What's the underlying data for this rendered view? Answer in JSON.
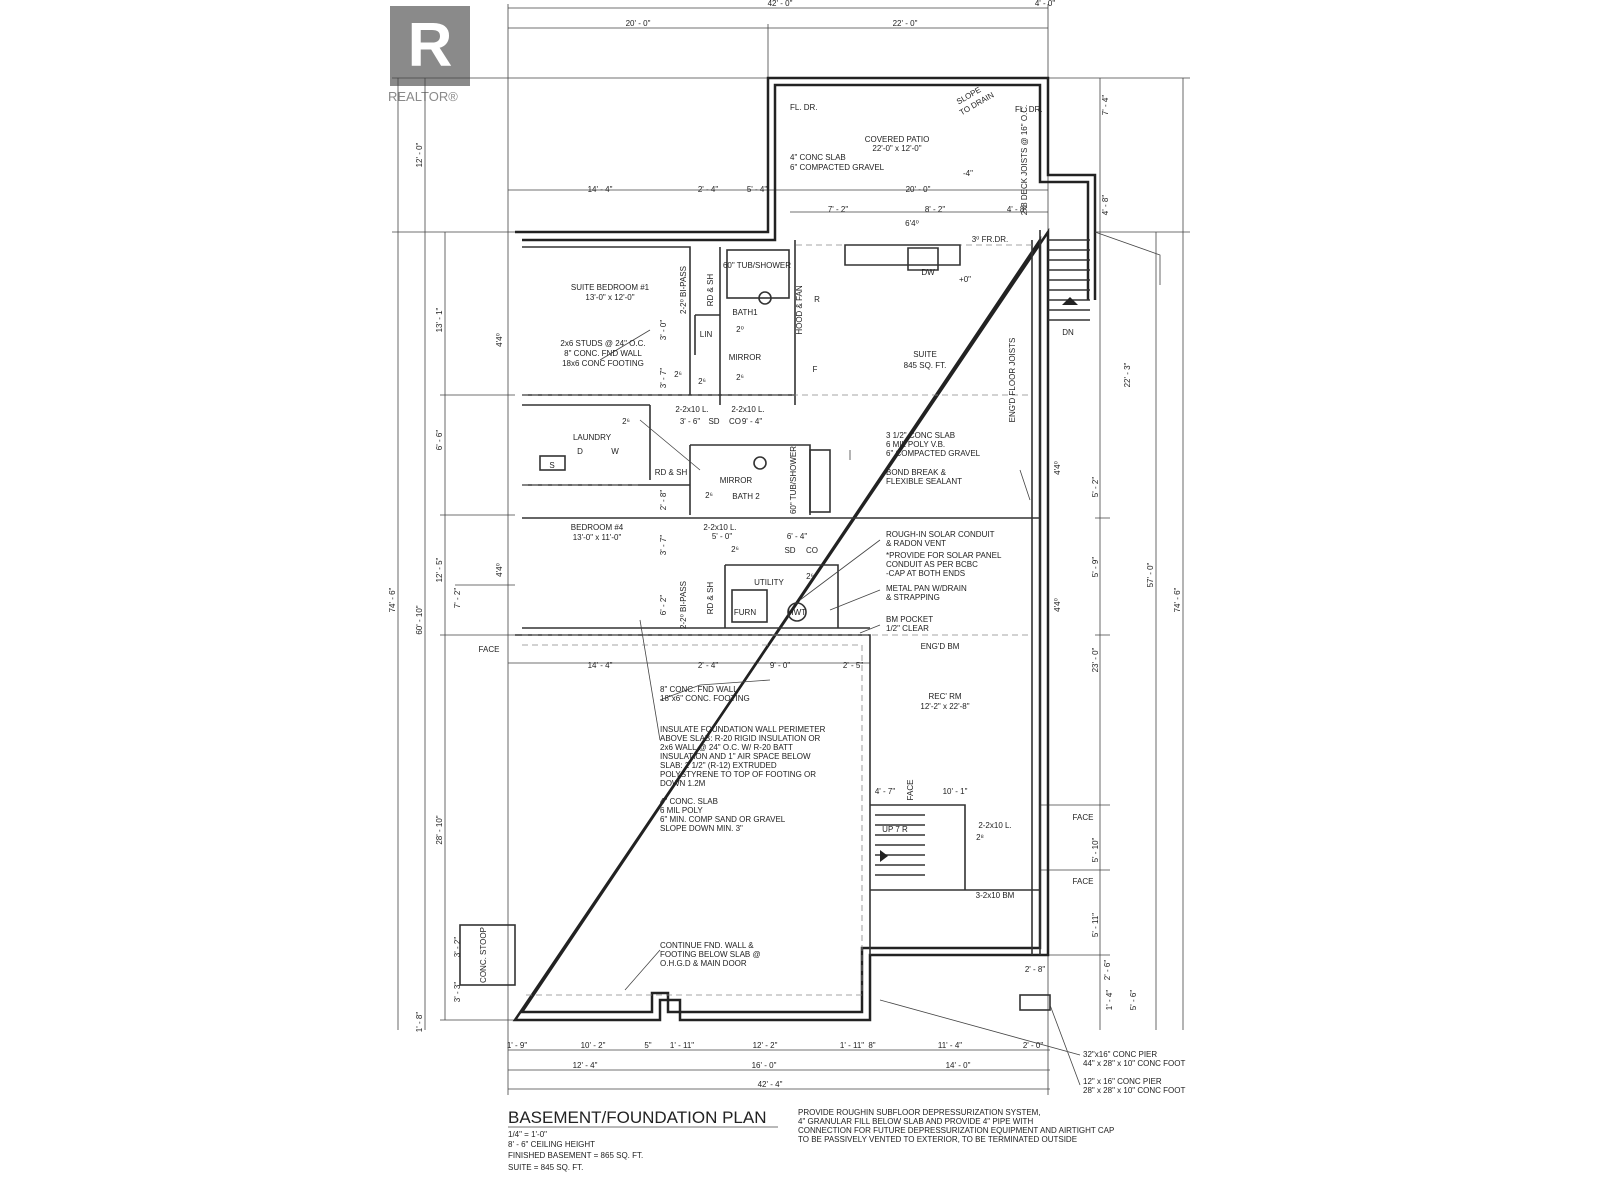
{
  "logo": {
    "mark": "R",
    "text": "REALTOR®"
  },
  "title_block": {
    "title": "BASEMENT/FOUNDATION PLAN",
    "scale": "1/4\" = 1'-0\"",
    "ceiling": "8' - 6\" CEILING HEIGHT",
    "finished": "FINISHED BASEMENT = 865 SQ. FT.",
    "suite": "SUITE = 845 SQ. FT.",
    "notes": [
      "PROVIDE ROUGHIN SUBFLOOR DEPRESSURIZATION SYSTEM,",
      "4\" GRANULAR FILL BELOW SLAB AND PROVIDE 4\" PIPE WITH",
      "CONNECTION FOR FUTURE DEPRESSURIZATION EQUIPMENT AND AIRTIGHT CAP",
      "TO BE PASSIVELY VENTED TO EXTERIOR, TO BE TERMINATED OUTSIDE"
    ]
  },
  "labels": [
    "42' - 0\"",
    "4' - 0\"",
    "20' - 0\"",
    "22' - 0\"",
    "12' - 0\"",
    "74' - 6\"",
    "60' - 10\"",
    "13' - 1\"",
    "6' - 6\"",
    "12' - 5\"",
    "7' - 2\"",
    "28' - 10\"",
    "3' - 2\"",
    "3' - 3\"",
    "1' - 8\"",
    "7' - 4\"",
    "4' - 8\"",
    "22' - 3\"",
    "74' - 6\"",
    "57' - 0\"",
    "5' - 2\"",
    "5' - 9\"",
    "23' - 0\"",
    "5' - 10\"",
    "5' - 11\"",
    "2' - 6\"",
    "5' - 6\"",
    "1' - 4\"",
    "FL. DR.",
    "FL. DR.",
    "SLOPE",
    "TO DRAIN",
    "COVERED PATIO",
    "22'-0\" x 12'-0\"",
    "4\" CONC SLAB",
    "6\" COMPACTED GRAVEL",
    "-4\"",
    "2x8 DECK JOISTS @ 16\" O.C.",
    "14' - 4\"",
    "2' - 4\"",
    "5' - 4\"",
    "20' - 0\"",
    "7' - 2\"",
    "8' - 2\"",
    "4' - 8\"",
    "6'4⁰",
    "3⁰ FR.DR.",
    "SUITE BEDROOM #1",
    "13'-0\" x 12'-0\"",
    "2x6 STUDS @ 24\" O.C.",
    "8\" CONC. FND WALL",
    "18x6 CONC FOOTING",
    "4'4⁰",
    "2-2⁰ BI-PASS",
    "RD & SH",
    "60\" TUB/SHOWER",
    "BATH1",
    "LIN",
    "2⁰",
    "MIRROR",
    "HOOD & FAN",
    "DW",
    "+0\"",
    "R",
    "F",
    "SUITE",
    "845 SQ. FT.",
    "ENG'D FLOOR JOISTS",
    "DN",
    "3' - 0\"",
    "3' - 7\"",
    "2⁶",
    "2⁶",
    "2⁶",
    "2-2x10 L.",
    "2-2x10 L.",
    "3' - 6\"",
    "SD",
    "CO",
    "9' - 4\"",
    "2⁶",
    "LAUNDRY",
    "D",
    "W",
    "S",
    "RD & SH",
    "MIRROR",
    "BATH 2",
    "2⁶",
    "60\" TUB/SHOWER",
    "3 1/2\" CONC SLAB",
    "6 MIL POLY V.B.",
    "6\" COMPACTED GRAVEL",
    "BOND BREAK &",
    "FLEXIBLE SEALANT",
    "4'4⁰",
    "BEDROOM #4",
    "13'-0\" x 11'-0\"",
    "2-2x10 L.",
    "5' - 0\"",
    "6' - 4\"",
    "2⁶",
    "SD",
    "CO",
    "2⁶",
    "UTILITY",
    "FURN",
    "HWT",
    "2-2⁰ BI-PASS",
    "RD & SH",
    "3' - 7\"",
    "6' - 2\"",
    "2' - 8\"",
    "4'4⁰",
    "FACE",
    "4'4⁰",
    "ROUGH-IN SOLAR CONDUIT",
    "& RADON VENT",
    "*PROVIDE FOR SOLAR PANEL",
    "CONDUIT AS PER BCBC",
    "-CAP AT BOTH ENDS",
    "METAL PAN W/DRAIN",
    "& STRAPPING",
    "BM POCKET",
    "1/2\" CLEAR",
    "ENG'D BM",
    "14' - 4\"",
    "2' - 4\"",
    "9' - 0\"",
    "2' - 5\"",
    "8\" CONC. FND WALL",
    "18\"x6\" CONC. FOOTING",
    "REC' RM",
    "12'-2\" x 22'-8\"",
    "INSULATE FOUNDATION WALL PERIMETER",
    "ABOVE SLAB: R-20 RIGID INSULATION OR",
    "2x6 WALL @ 24\" O.C. W/ R-20 BATT",
    "INSULATION AND 1\" AIR SPACE BELOW",
    "SLAB: 2 1/2\" (R-12) EXTRUDED",
    "POLYSTYRENE TO TOP OF FOOTING OR",
    "DOWN 1.2M",
    "4' - 7\"",
    "10' - 1\"",
    "4\" CONC. SLAB",
    "6 MIL POLY",
    "6\" MIN. COMP SAND OR GRAVEL",
    "SLOPE DOWN MIN. 3\"",
    "UP 7 R",
    "FACE",
    "2-2x10 L.",
    "2⁸",
    "FACE",
    "FACE",
    "3-2x10 BM",
    "CONTINUE FND. WALL &",
    "FOOTING BELOW SLAB @",
    "O.H.G.D & MAIN DOOR",
    "CONC. STOOP",
    "2' - 8\"",
    "1' - 9\"",
    "10' - 2\"",
    "5\"",
    "1' - 11\"",
    "12' - 2\"",
    "1' - 11\"",
    "8\"",
    "11' - 4\"",
    "2' - 0\"",
    "32\"x16\" CONC PIER",
    "44\" x 28\" x 10\" CONC FOOT",
    "12' - 4\"",
    "16' - 0\"",
    "14' - 0\"",
    "42' - 4\"",
    "12\" x 16\" CONC PIER",
    "28\" x 28\" x 10\" CONC FOOT"
  ]
}
